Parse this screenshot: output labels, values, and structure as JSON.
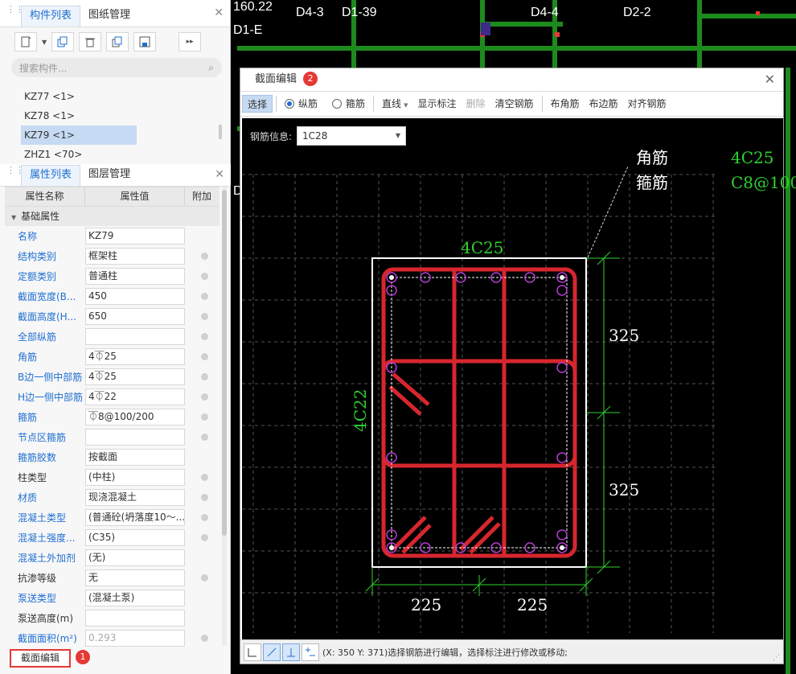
{
  "top_panel": {
    "tabs": [
      "构件列表",
      "图纸管理"
    ],
    "search_placeholder": "搜索构件...",
    "items": [
      "KZ77 <1>",
      "KZ78 <1>",
      "KZ79 <1>",
      "ZHZ1 <70>"
    ],
    "selected_index": 2
  },
  "prop_panel": {
    "tabs": [
      "属性列表",
      "图层管理"
    ],
    "columns": [
      "属性名称",
      "属性值",
      "附加"
    ],
    "section": "基础属性",
    "rows": [
      {
        "name": "名称",
        "value": "KZ79",
        "blue": true,
        "dot": false
      },
      {
        "name": "结构类别",
        "value": "框架柱",
        "blue": true,
        "dot": true
      },
      {
        "name": "定额类别",
        "value": "普通柱",
        "blue": true,
        "dot": true
      },
      {
        "name": "截面宽度(B...",
        "value": "450",
        "blue": true,
        "dot": true
      },
      {
        "name": "截面高度(H...",
        "value": "650",
        "blue": true,
        "dot": true
      },
      {
        "name": "全部纵筋",
        "value": "",
        "blue": true,
        "dot": true
      },
      {
        "name": "角筋",
        "value": "4⏁25",
        "blue": true,
        "dot": true
      },
      {
        "name": "B边一侧中部筋",
        "value": "4⏁25",
        "blue": true,
        "dot": true
      },
      {
        "name": "H边一侧中部筋",
        "value": "4⏁22",
        "blue": true,
        "dot": true
      },
      {
        "name": "箍筋",
        "value": "⏁8@100/200",
        "blue": true,
        "dot": true
      },
      {
        "name": "节点区箍筋",
        "value": "",
        "blue": true,
        "dot": true
      },
      {
        "name": "箍筋胶数",
        "value": "按截面",
        "blue": true,
        "dot": false
      },
      {
        "name": "柱类型",
        "value": "(中柱)",
        "blue": false,
        "dot": true
      },
      {
        "name": "材质",
        "value": "现浇混凝土",
        "blue": true,
        "dot": true
      },
      {
        "name": "混凝土类型",
        "value": "(普通砼(坍落度10～...",
        "blue": true,
        "dot": true
      },
      {
        "name": "混凝土强度...",
        "value": "(C35)",
        "blue": true,
        "dot": true
      },
      {
        "name": "混凝土外加剂",
        "value": "(无)",
        "blue": true,
        "dot": false
      },
      {
        "name": "抗渗等级",
        "value": "无",
        "blue": false,
        "dot": true
      },
      {
        "name": "泵送类型",
        "value": "(混凝土泵)",
        "blue": true,
        "dot": false
      },
      {
        "name": "泵送高度(m)",
        "value": "",
        "blue": false,
        "dot": false
      },
      {
        "name": "截面面积(m²)",
        "value": "0.293",
        "blue": true,
        "dot": true,
        "gray": true
      }
    ],
    "bottom_button": "截面编辑",
    "badge": "1"
  },
  "dialog": {
    "title": "截面编辑",
    "badge": "2",
    "tools": {
      "select": "选择",
      "longitudinal": "纵筋",
      "stirrup": "箍筋",
      "line": "直线",
      "show_dim": "显示标注",
      "delete": "删除",
      "clear": "清空钢筋",
      "corner": "布角筋",
      "edge": "布边筋",
      "align": "对齐钢筋"
    },
    "info_label": "钢筋信息:",
    "info_value": "1C28",
    "legend": {
      "corner_label": "角筋",
      "stirrup_label": "箍筋",
      "corner_value": "4C25",
      "stirrup_value": "C8@100"
    },
    "dims": {
      "top_bar": "4C25",
      "left_bar": "4C22",
      "h1": "325",
      "h2": "325",
      "w1": "225",
      "w2": "225"
    },
    "status": "(X: 350 Y: 371)选择钢筋进行编辑，选择标注进行修改或移动;"
  },
  "background_labels": [
    "160.22",
    "D4-3",
    "D1-39",
    "D4-4",
    "D2-2",
    "D1-E",
    "D"
  ],
  "colors": {
    "rebar": "#d7262e",
    "dim": "#2fd12f",
    "bar_circle": "#b43cd0",
    "bg": "#000000"
  }
}
